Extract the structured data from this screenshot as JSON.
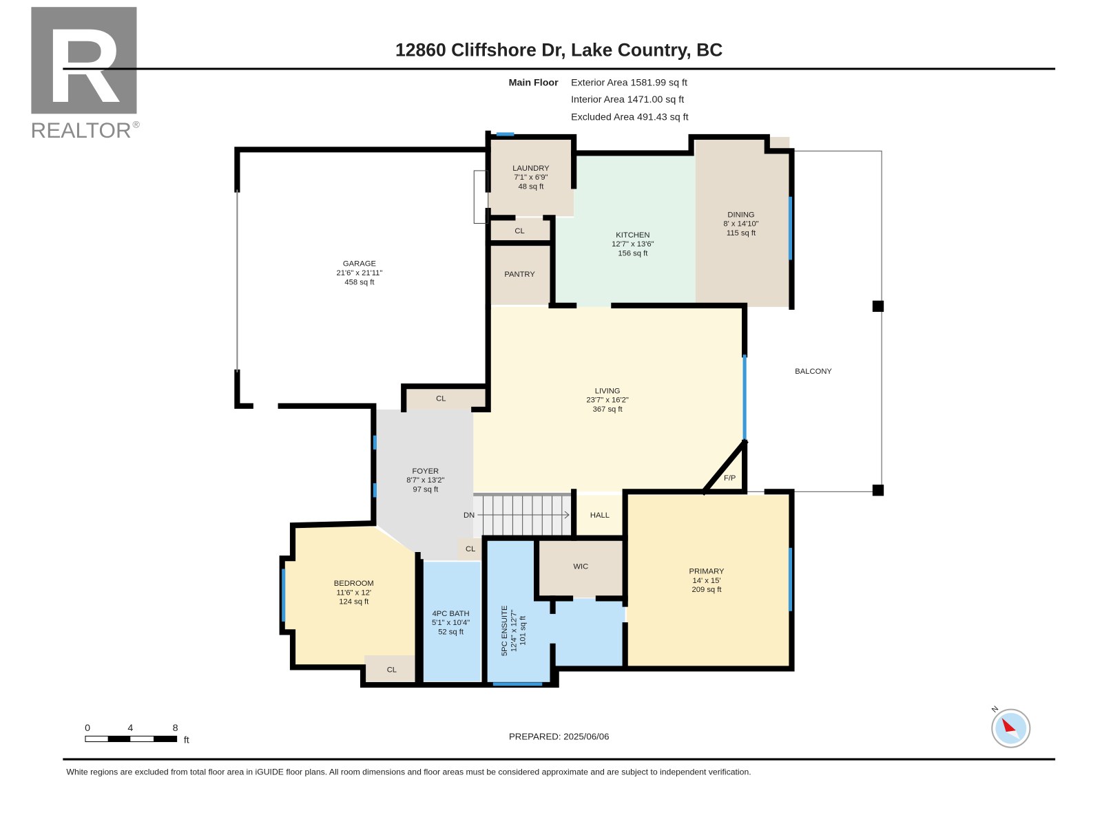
{
  "logo": {
    "text": "REALTOR",
    "mark": "R",
    "registered": "®"
  },
  "header": {
    "title": "12860 Cliffshore Dr, Lake Country, BC"
  },
  "floor_info": {
    "floor_name": "Main Floor",
    "exterior_area": "Exterior Area 1581.99 sq ft",
    "interior_area": "Interior Area 1471.00 sq ft",
    "excluded_area": "Excluded Area 491.43 sq ft"
  },
  "rooms": {
    "garage": {
      "name": "GARAGE",
      "dims": "21'6\" x 21'11\"",
      "area": "458 sq ft"
    },
    "laundry": {
      "name": "LAUNDRY",
      "dims": "7'1\" x 6'9\"",
      "area": "48 sq ft"
    },
    "kitchen": {
      "name": "KITCHEN",
      "dims": "12'7\" x 13'6\"",
      "area": "156 sq ft"
    },
    "dining": {
      "name": "DINING",
      "dims": "8' x 14'10\"",
      "area": "115 sq ft"
    },
    "living": {
      "name": "LIVING",
      "dims": "23'7\" x 16'2\"",
      "area": "367 sq ft"
    },
    "foyer": {
      "name": "FOYER",
      "dims": "8'7\" x 13'2\"",
      "area": "97 sq ft"
    },
    "bedroom": {
      "name": "BEDROOM",
      "dims": "11'6\" x 12'",
      "area": "124 sq ft"
    },
    "bath": {
      "name": "4PC BATH",
      "dims": "5'1\" x 10'4\"",
      "area": "52 sq ft"
    },
    "ensuite": {
      "name": "5PC ENSUITE",
      "dims": "12'4\" x 12'7\"",
      "area": "101 sq ft"
    },
    "primary": {
      "name": "PRIMARY",
      "dims": "14' x 15'",
      "area": "209 sq ft"
    },
    "balcony": {
      "name": "BALCONY"
    },
    "pantry": {
      "name": "PANTRY"
    },
    "hall": {
      "name": "HALL"
    },
    "wic": {
      "name": "WIC"
    },
    "fp": {
      "name": "F/P"
    },
    "closet": {
      "name": "CL"
    },
    "stairs": {
      "name": "DN"
    }
  },
  "colors": {
    "beige": "#e8dfd1",
    "kitchen": "#e3f3ea",
    "living": "#fdf7dd",
    "bedroom": "#fcefc6",
    "bath": "#c0e3f9",
    "foyer": "#e1e1e1",
    "window": "#3a9ad9"
  },
  "scale_bar": {
    "labels": [
      "0",
      "4",
      "8"
    ],
    "unit": "ft"
  },
  "compass": {
    "label": "N",
    "icon": "compass-icon"
  },
  "prepared": "PREPARED: 2025/06/06",
  "disclaimer": "White regions are excluded from total floor area in iGUIDE floor plans. All room dimensions and floor areas must be considered approximate and are subject to independent verification."
}
